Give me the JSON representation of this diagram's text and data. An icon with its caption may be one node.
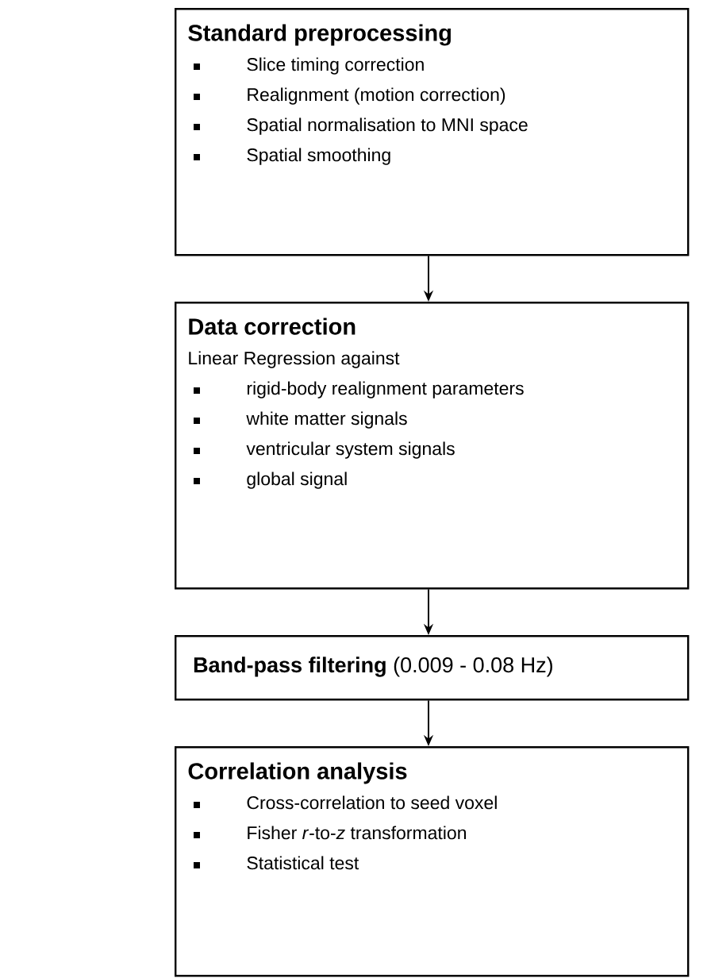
{
  "diagram": {
    "nodes": [
      {
        "text": [
          "Standard preprocessing",
          "Slice timing correction",
          "Realignment (motion correction)",
          "Spatial normalisation to MNI space",
          "Spatial smoothing"
        ]
      },
      {
        "text": [
          "Data correction",
          "Linear Regression against",
          "rigid-body realignment parameters",
          "white matter signals",
          "ventricular system signals",
          "global signal"
        ]
      },
      {
        "text": [
          "**Band-pass filtering** (0.009 - 0.08 Hz)"
        ]
      },
      {
        "text": [
          "Correlation analysis",
          "Cross-correlation to seed voxel",
          "Fisher *r*-to-*z* transformation",
          "Statistical test"
        ]
      }
    ],
    "edges": [
      {
        "from": 0,
        "to": 1,
        "arrow": "to"
      },
      {
        "from": 1,
        "to": 2,
        "arrow": "to"
      },
      {
        "from": 2,
        "to": 3,
        "arrow": "to"
      }
    ]
  }
}
